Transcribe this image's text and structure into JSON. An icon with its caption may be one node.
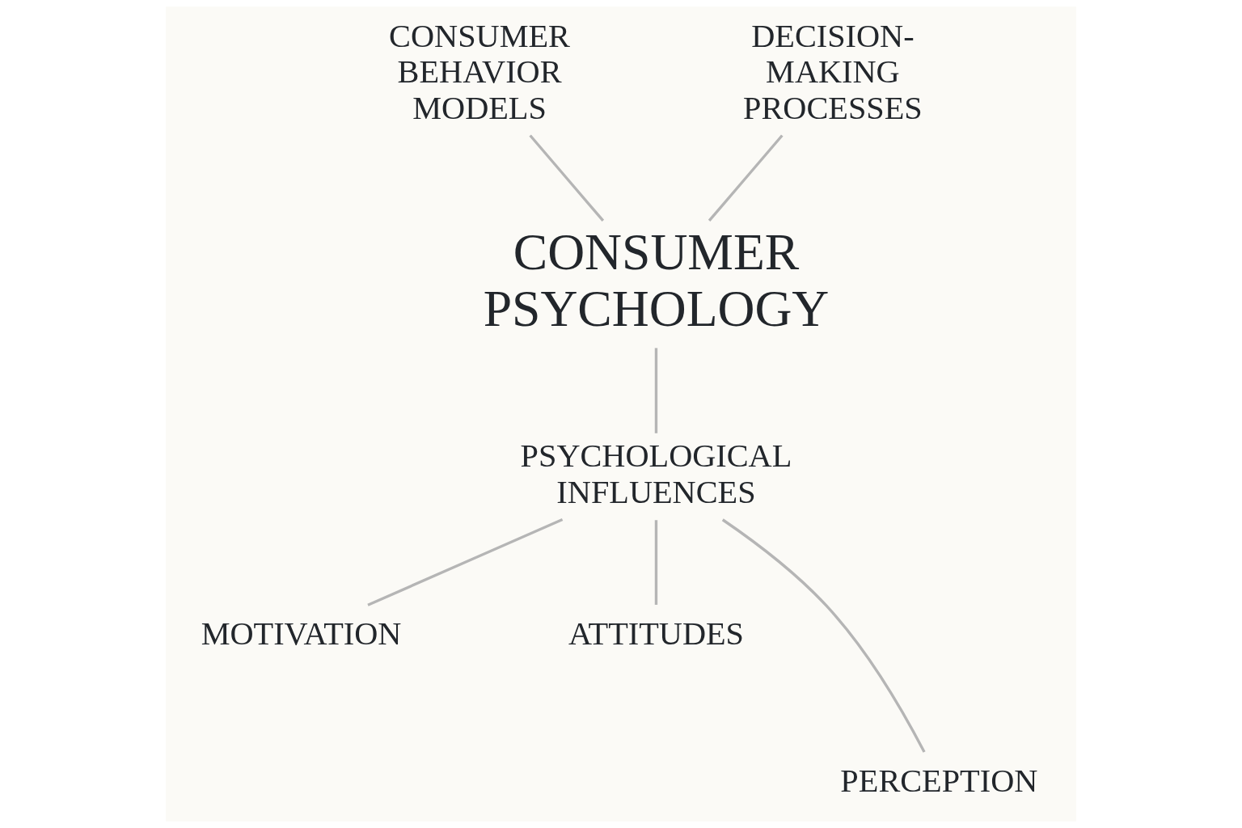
{
  "diagram": {
    "nodes": [
      {
        "text": [
          "CONSUMER BEHAVIOR MODELS"
        ]
      },
      {
        "text": [
          "DECISION-MAKING PROCESSES"
        ]
      },
      {
        "text": [
          "CONSUMER PSYCHOLOGY"
        ]
      },
      {
        "text": [
          "PSYCHOLOGICAL INFLUENCES"
        ]
      },
      {
        "text": [
          "MOTIVATION"
        ]
      },
      {
        "text": [
          "ATTITUDES"
        ]
      },
      {
        "text": [
          "PERCEPTION"
        ]
      }
    ],
    "edges": [
      {
        "from": 0,
        "to": 2,
        "arrow": "none"
      },
      {
        "from": 1,
        "to": 2,
        "arrow": "none"
      },
      {
        "from": 2,
        "to": 3,
        "arrow": "none"
      },
      {
        "from": 3,
        "to": 4,
        "arrow": "none"
      },
      {
        "from": 3,
        "to": 6,
        "arrow": "none"
      },
      {
        "from": 3,
        "to": 5,
        "arrow": "none"
      }
    ]
  }
}
